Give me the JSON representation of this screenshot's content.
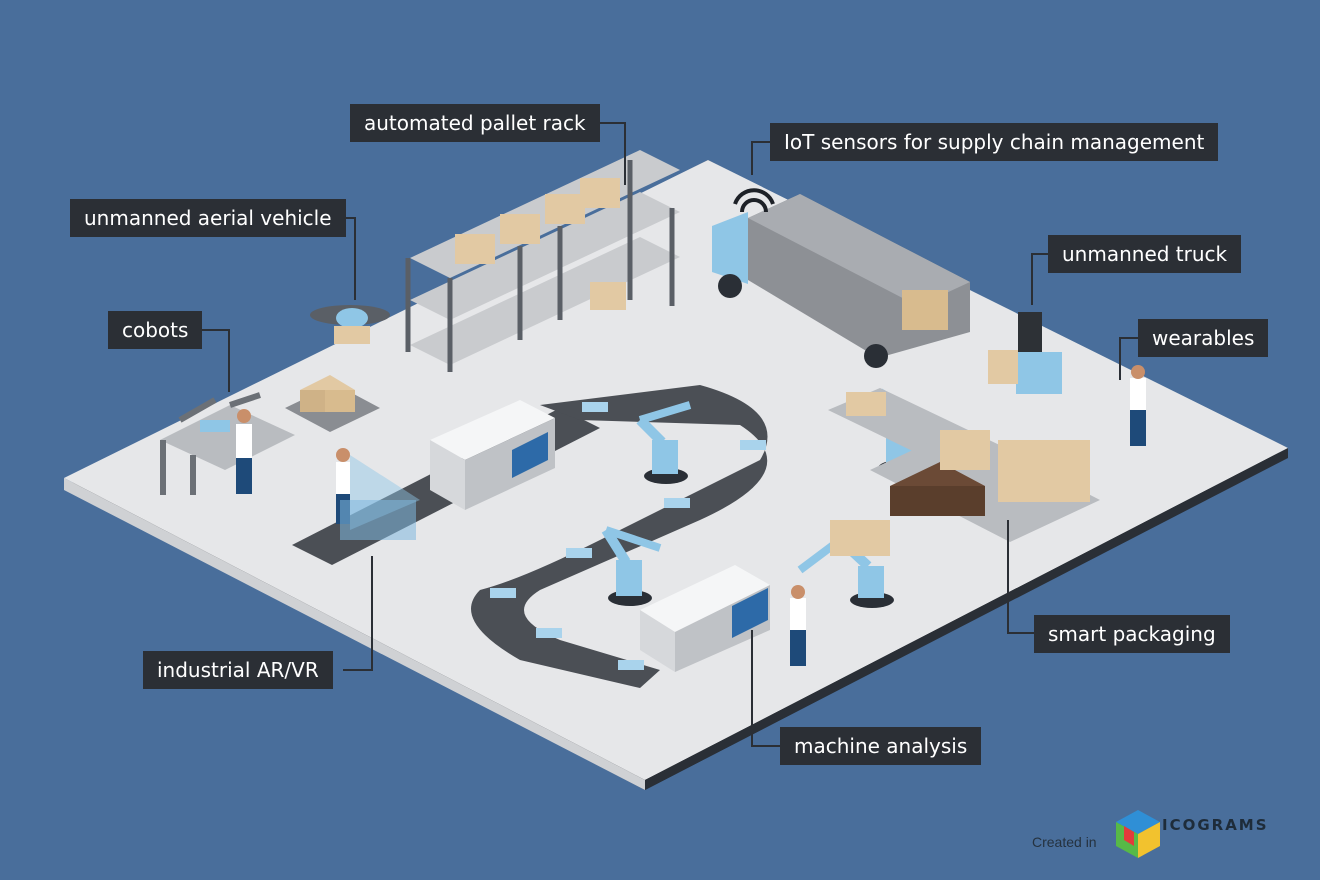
{
  "labels": {
    "pallet_rack": "automated pallet rack",
    "iot": "IoT sensors for supply chain management",
    "uav": "unmanned aerial vehicle",
    "truck": "unmanned truck",
    "cobots": "cobots",
    "wearables": "wearables",
    "ar_vr": "industrial AR/VR",
    "smart_packaging": "smart packaging",
    "machine_analysis": "machine analysis"
  },
  "brand": {
    "created_in": "Created in",
    "name": "ICOGRAMS"
  },
  "colors": {
    "background": "#496e9b",
    "label_bg": "#2b2f35",
    "floor_top": "#e6e7e9",
    "machine_blue": "#8fc6e6"
  }
}
